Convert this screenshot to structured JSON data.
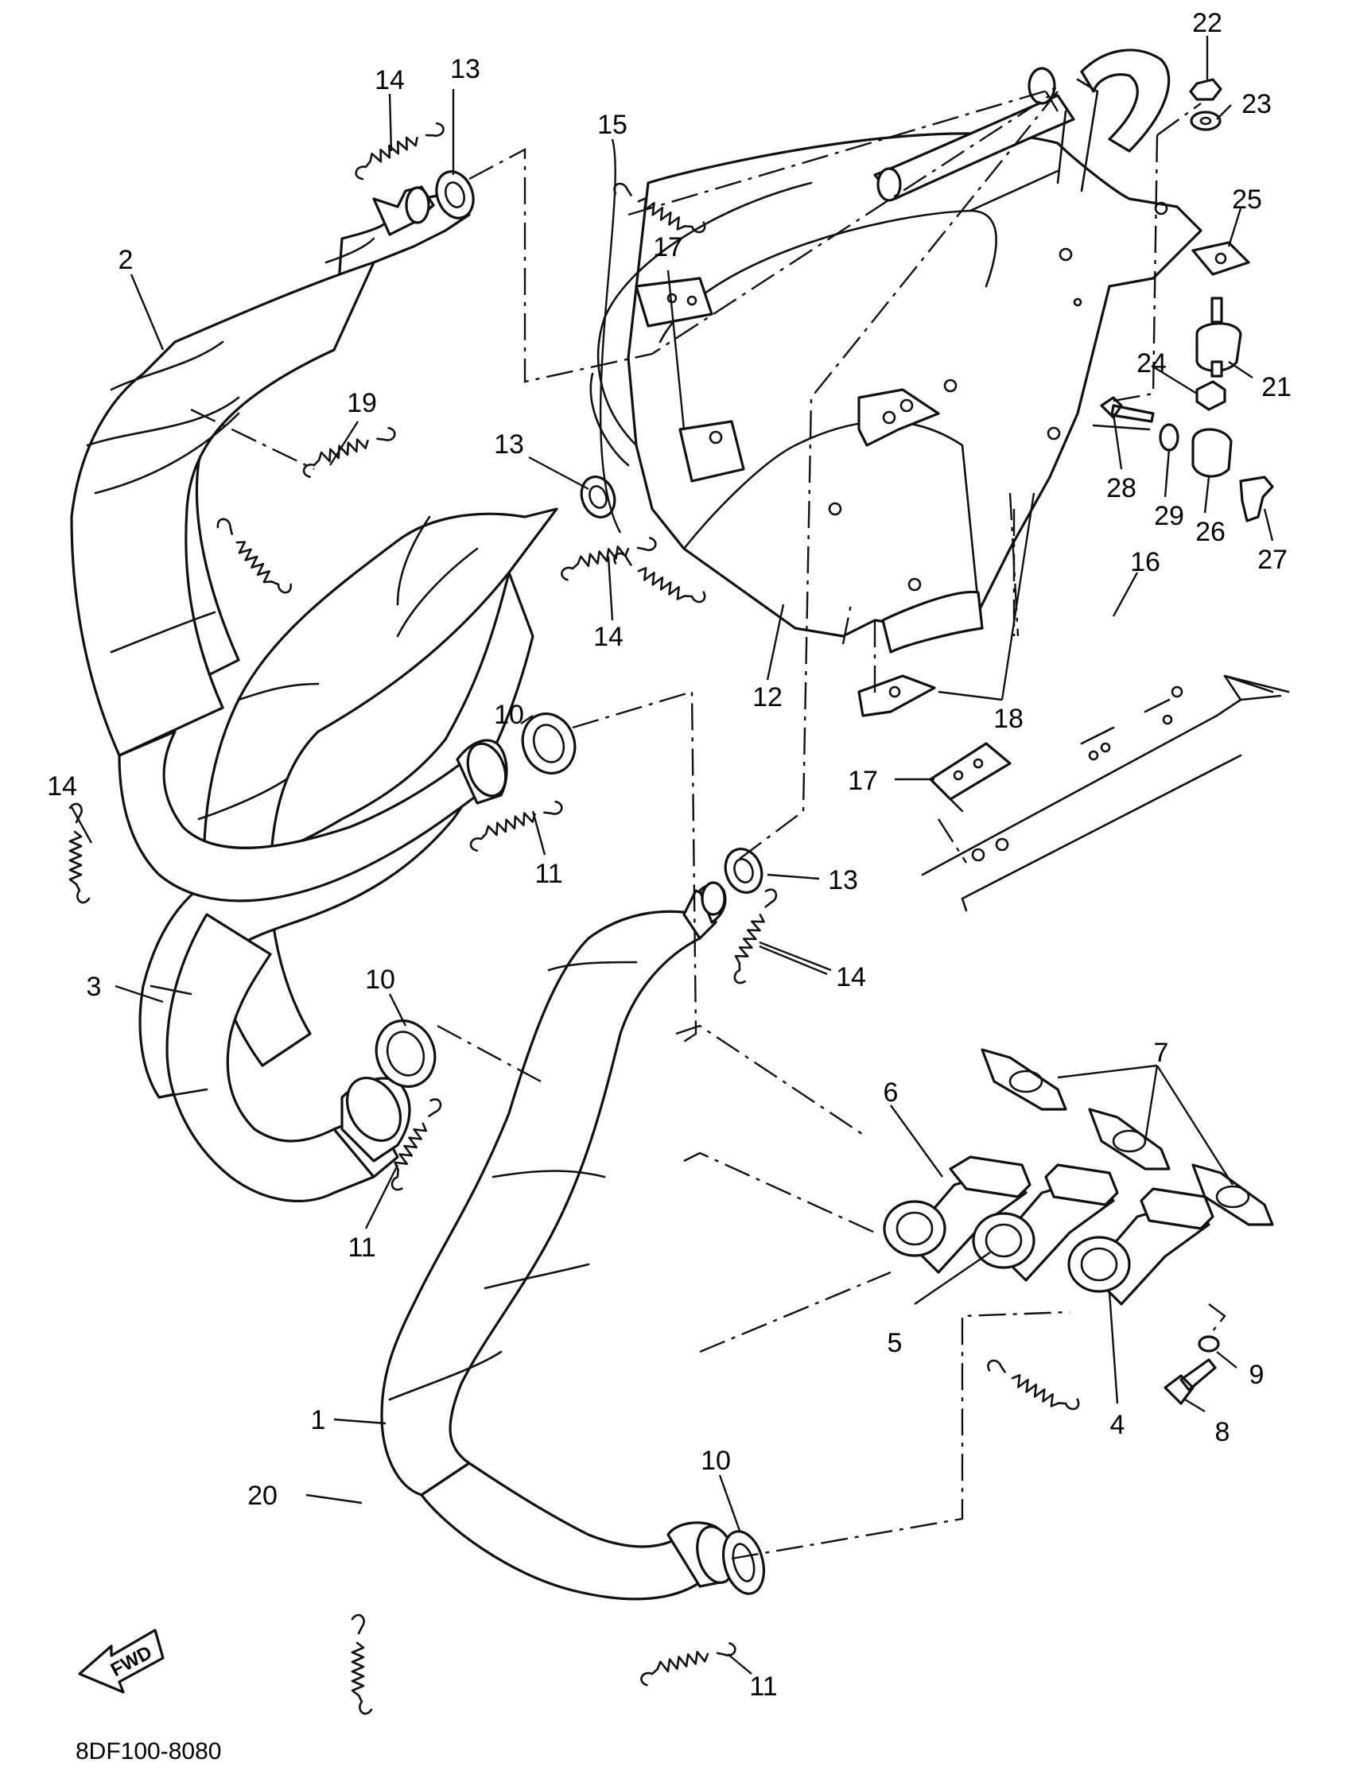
{
  "diagram": {
    "code": "8DF100-8080",
    "fwd_label": "FWD",
    "callouts": [
      {
        "id": "c22",
        "text": "22"
      },
      {
        "id": "c23",
        "text": "23"
      },
      {
        "id": "c25",
        "text": "25"
      },
      {
        "id": "c21",
        "text": "21"
      },
      {
        "id": "c24",
        "text": "24"
      },
      {
        "id": "c28",
        "text": "28"
      },
      {
        "id": "c29",
        "text": "29"
      },
      {
        "id": "c26",
        "text": "26"
      },
      {
        "id": "c27",
        "text": "27"
      },
      {
        "id": "c16",
        "text": "16"
      },
      {
        "id": "c18",
        "text": "18"
      },
      {
        "id": "c17b",
        "text": "17"
      },
      {
        "id": "c13c",
        "text": "13"
      },
      {
        "id": "c14d",
        "text": "14"
      },
      {
        "id": "c7",
        "text": "7"
      },
      {
        "id": "c6",
        "text": "6"
      },
      {
        "id": "c5",
        "text": "5"
      },
      {
        "id": "c4",
        "text": "4"
      },
      {
        "id": "c9",
        "text": "9"
      },
      {
        "id": "c8",
        "text": "8"
      },
      {
        "id": "c14a",
        "text": "14"
      },
      {
        "id": "c13a",
        "text": "13"
      },
      {
        "id": "c15",
        "text": "15"
      },
      {
        "id": "c2",
        "text": "2"
      },
      {
        "id": "c19",
        "text": "19"
      },
      {
        "id": "c17a",
        "text": "17"
      },
      {
        "id": "c13b",
        "text": "13"
      },
      {
        "id": "c14b",
        "text": "14"
      },
      {
        "id": "c12",
        "text": "12"
      },
      {
        "id": "c10a",
        "text": "10"
      },
      {
        "id": "c11a",
        "text": "11"
      },
      {
        "id": "c14c",
        "text": "14"
      },
      {
        "id": "c3",
        "text": "3"
      },
      {
        "id": "c10b",
        "text": "10"
      },
      {
        "id": "c11b",
        "text": "11"
      },
      {
        "id": "c1",
        "text": "1"
      },
      {
        "id": "c20",
        "text": "20"
      },
      {
        "id": "c10c",
        "text": "10"
      },
      {
        "id": "c11c",
        "text": "11"
      }
    ]
  }
}
